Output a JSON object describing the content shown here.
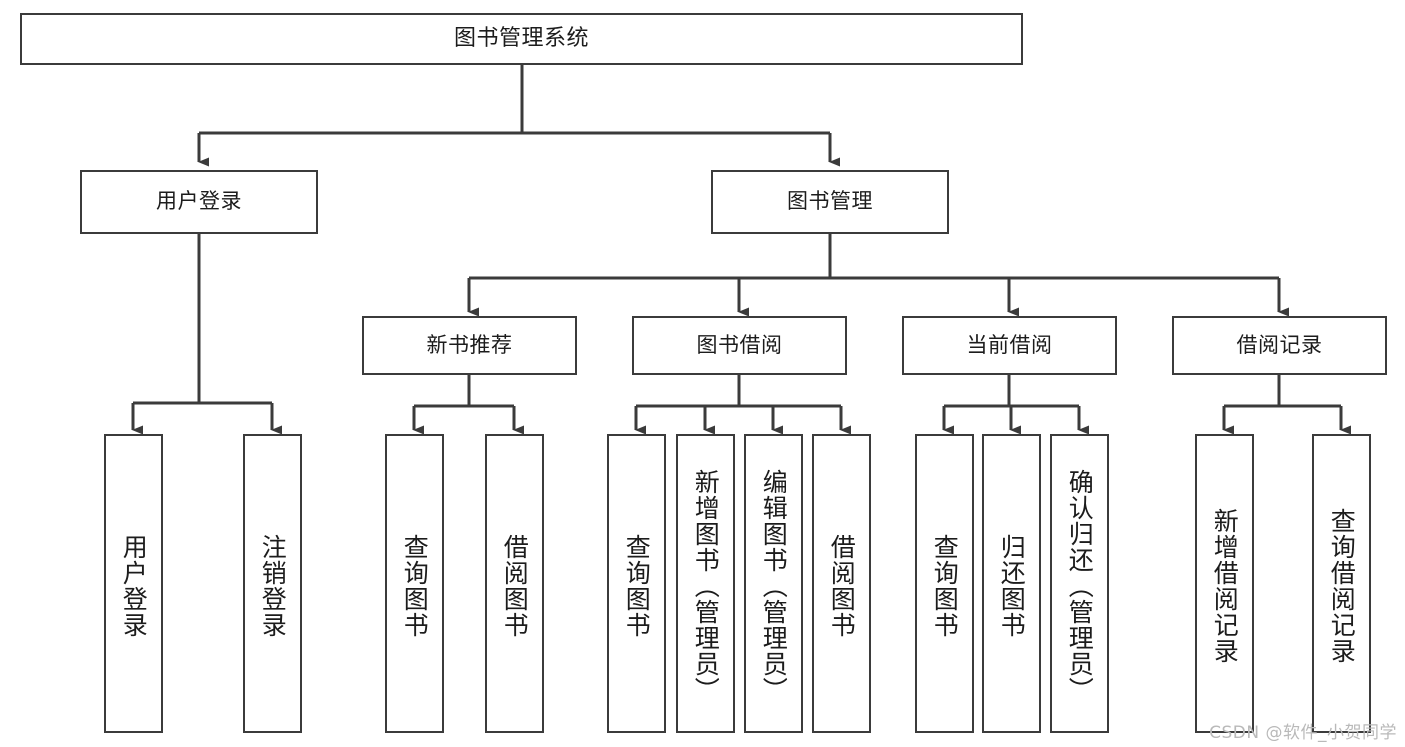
{
  "diagram": {
    "title": "图书管理系统",
    "type": "tree-hierarchy-chart",
    "colors": {
      "box_border": "#3b3b3b",
      "box_fill": "#ffffff",
      "connector": "#3b3b3b",
      "text": "#1c1c1c",
      "watermark": "#b9b9b9"
    },
    "levels": {
      "level1": [
        {
          "id": "root",
          "label": "图书管理系统",
          "orientation": "horizontal"
        }
      ],
      "level2": [
        {
          "id": "user-login",
          "label": "用户登录",
          "orientation": "horizontal"
        },
        {
          "id": "book-management",
          "label": "图书管理",
          "orientation": "horizontal"
        }
      ],
      "level3": [
        {
          "id": "new-book-recommend",
          "label": "新书推荐",
          "orientation": "horizontal"
        },
        {
          "id": "book-borrow",
          "label": "图书借阅",
          "orientation": "horizontal"
        },
        {
          "id": "current-borrow",
          "label": "当前借阅",
          "orientation": "horizontal"
        },
        {
          "id": "borrow-record",
          "label": "借阅记录",
          "orientation": "horizontal"
        }
      ],
      "level4": [
        {
          "id": "leaf-user-login",
          "label": "用户登录",
          "parent": "user-login",
          "orientation": "vertical"
        },
        {
          "id": "leaf-logout-login",
          "label": "注销登录",
          "parent": "user-login",
          "orientation": "vertical"
        },
        {
          "id": "leaf-query-book-1",
          "label": "查询图书",
          "parent": "new-book-recommend",
          "orientation": "vertical"
        },
        {
          "id": "leaf-borrow-book-1",
          "label": "借阅图书",
          "parent": "new-book-recommend",
          "orientation": "vertical"
        },
        {
          "id": "leaf-query-book-2",
          "label": "查询图书",
          "parent": "book-borrow",
          "orientation": "vertical"
        },
        {
          "id": "leaf-add-book",
          "label": "新增图书（管理员）",
          "parent": "book-borrow",
          "orientation": "vertical"
        },
        {
          "id": "leaf-edit-book",
          "label": "编辑图书（管理员）",
          "parent": "book-borrow",
          "orientation": "vertical"
        },
        {
          "id": "leaf-borrow-book-2",
          "label": "借阅图书",
          "parent": "book-borrow",
          "orientation": "vertical"
        },
        {
          "id": "leaf-query-book-3",
          "label": "查询图书",
          "parent": "current-borrow",
          "orientation": "vertical"
        },
        {
          "id": "leaf-return-book",
          "label": "归还图书",
          "parent": "current-borrow",
          "orientation": "vertical"
        },
        {
          "id": "leaf-confirm-return",
          "label": "确认归还（管理员）",
          "parent": "current-borrow",
          "orientation": "vertical"
        },
        {
          "id": "leaf-add-record",
          "label": "新增借阅记录",
          "parent": "borrow-record",
          "orientation": "vertical"
        },
        {
          "id": "leaf-query-record",
          "label": "查询借阅记录",
          "parent": "borrow-record",
          "orientation": "vertical"
        }
      ]
    }
  },
  "watermark": {
    "text": "CSDN @软件_小贺同学"
  }
}
